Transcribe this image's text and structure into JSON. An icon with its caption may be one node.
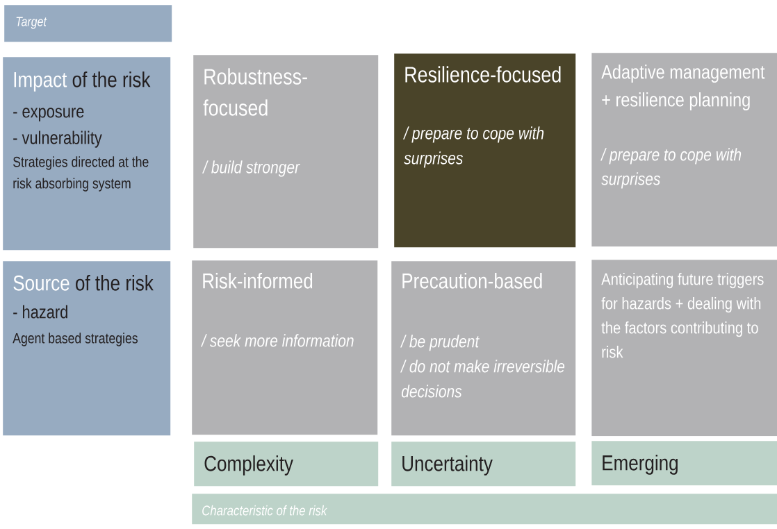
{
  "diagram": {
    "nodes": [
      {
        "text": [
          "Target"
        ]
      },
      {
        "text": [
          "**Impact** of the risk",
          "- exposure",
          "- vulnerability",
          "Strategies directed at the risk absorbing system"
        ]
      },
      {
        "text": [
          "Robustness-focused",
          "/ build stronger"
        ]
      },
      {
        "text": [
          "Resilience-focused",
          "/ prepare to cope with surprises"
        ]
      },
      {
        "text": [
          "Adaptive management + resilience planning",
          "/ prepare to cope with surprises"
        ]
      },
      {
        "text": [
          "**Source** of the risk",
          "- hazard",
          "Agent based strategies"
        ]
      },
      {
        "text": [
          "Risk-informed",
          "/ seek more information"
        ]
      },
      {
        "text": [
          "Precaution-based",
          "/ be prudent",
          "/ do not make irreversible decisions"
        ]
      },
      {
        "text": [
          "Anticipating future triggers for hazards + dealing with the factors contributing to risk"
        ]
      },
      {
        "text": [
          "Complexity"
        ]
      },
      {
        "text": [
          "Uncertainty"
        ]
      },
      {
        "text": [
          "Emerging"
        ]
      },
      {
        "text": [
          "Characteristic of the risk"
        ]
      }
    ]
  }
}
